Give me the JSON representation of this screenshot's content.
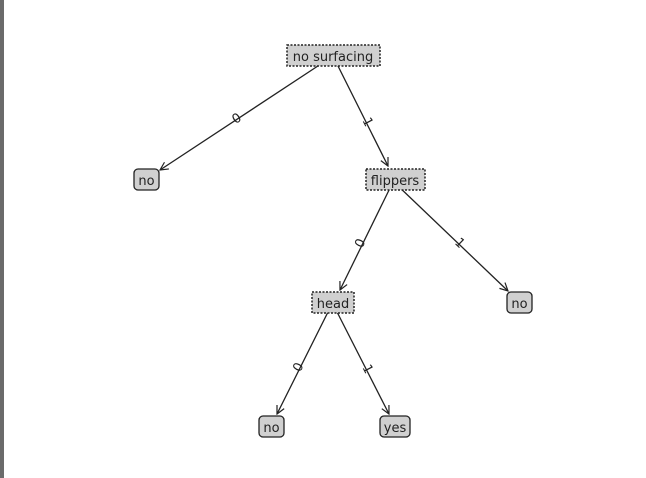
{
  "tree": {
    "decision_nodes": {
      "root": "no surfacing",
      "flippers": "flippers",
      "head": "head"
    },
    "leaf_nodes": {
      "leaf1": "no",
      "leaf2": "no",
      "leaf3": "no",
      "leaf4": "yes"
    },
    "edge_labels": {
      "root_leaf1": "0",
      "root_flippers": "1",
      "flippers_head": "0",
      "flippers_leaf2": "1",
      "head_leaf3": "0",
      "head_leaf4": "1"
    }
  },
  "colors": {
    "node_fill": "#d0d0d0",
    "edge": "#222222"
  }
}
